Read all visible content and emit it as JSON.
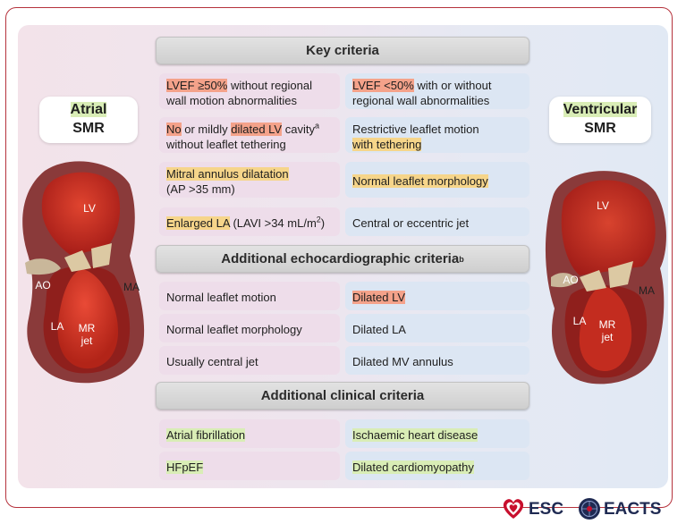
{
  "left_title": [
    "Atrial",
    "SMR"
  ],
  "right_title": [
    "Ventricular",
    "SMR"
  ],
  "sections": {
    "key": "Key criteria",
    "echo": "Additional echocardiographic criteria",
    "echo_sup": "b",
    "clinical": "Additional clinical criteria"
  },
  "key_rows": {
    "r1_left": {
      "hl": "LVEF ≥50%",
      "rest": " without regional",
      "line2": "wall motion abnormalities"
    },
    "r1_right": {
      "hl": "LVEF <50%",
      "rest": " with or without",
      "line2": "regional wall abnormalities"
    },
    "r2_left": {
      "hl1": "No",
      "mid": " or mildly ",
      "hl2": "dilated LV",
      "rest": " cavity",
      "sup": "a",
      "line2": "without leaflet tethering"
    },
    "r2_right": {
      "line1": "Restrictive leaflet motion",
      "hl": "with tethering"
    },
    "r3_left": {
      "hl": "Mitral annulus dilatation",
      "line2": "(AP >35 mm)"
    },
    "r3_right": {
      "hl": "Normal leaflet morphology"
    },
    "r4_left": {
      "hl": "Enlarged LA",
      "rest": " (LAVI  >34 mL/m",
      "sup": "2",
      "end": ")"
    },
    "r4_right": {
      "text": "Central or eccentric jet"
    }
  },
  "echo_rows": {
    "left": [
      "Normal leaflet motion",
      "Normal leaflet morphology",
      "Usually central jet"
    ],
    "right": [
      "Dilated LV",
      "Dilated LA",
      "Dilated MV annulus"
    ]
  },
  "clinical_rows": {
    "left": [
      "Atrial fibrillation",
      "HFpEF"
    ],
    "right": [
      "Ischaemic heart disease",
      "Dilated cardiomyopathy"
    ]
  },
  "heart_labels": {
    "lv": "LV",
    "ao": "AO",
    "ma": "MA",
    "la": "LA",
    "mr": [
      "MR",
      "jet"
    ]
  },
  "logos": {
    "esc": "ESC",
    "eacts": "EACTS"
  },
  "colors": {
    "highlight_yellow": "#f6d58a",
    "highlight_orange": "#f4a28a",
    "highlight_green": "#d9edb6",
    "frame_red": "#b5323c"
  }
}
